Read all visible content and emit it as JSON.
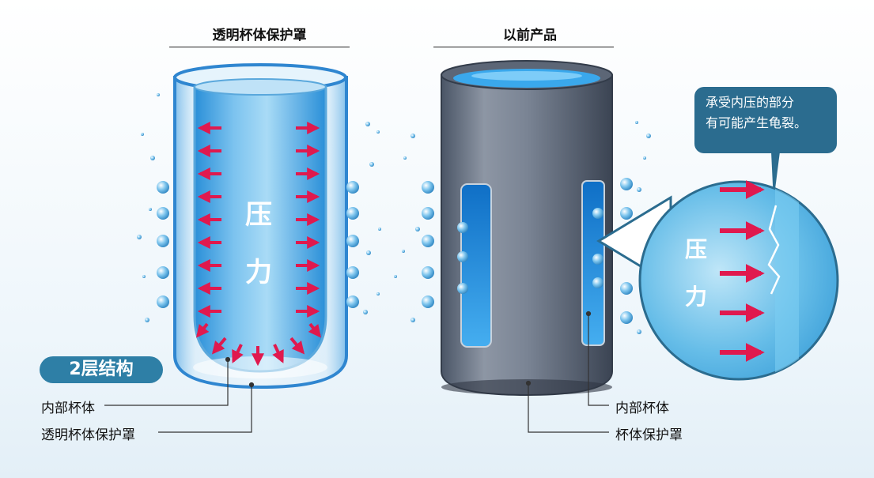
{
  "left_title": "透明杯体保护罩",
  "right_title": "以前产品",
  "badge": "2层结构",
  "left_labels": {
    "inner": "内部杯体",
    "cover": "透明杯体保护罩"
  },
  "right_labels": {
    "inner": "内部杯体",
    "cover": "杯体保护罩"
  },
  "pressure_chars": [
    "压",
    "力"
  ],
  "callout_lines": [
    "承受内压的部分",
    "有可能产生龟裂。"
  ],
  "colors": {
    "arrow": "#e0194e",
    "badge": "#2e7fa6",
    "callout": "#2b6c8f",
    "water": "#3aa6e0"
  }
}
